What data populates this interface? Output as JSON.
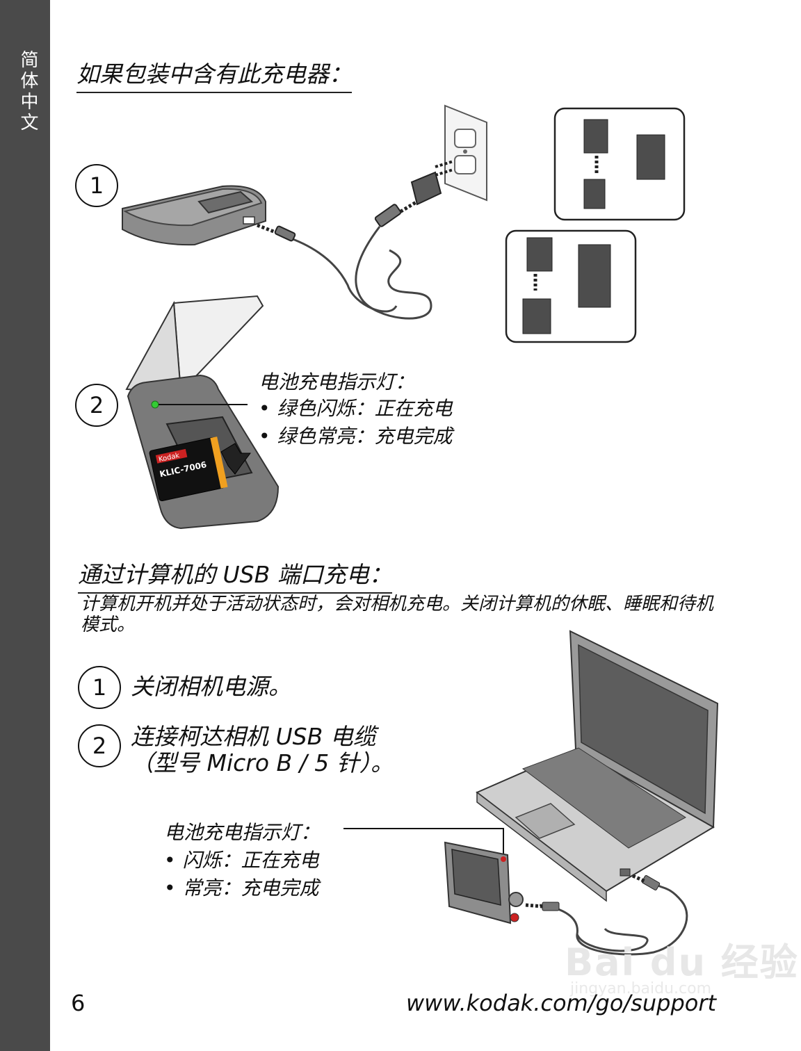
{
  "side_tab": {
    "language": "简体中文"
  },
  "section1": {
    "heading": "如果包装中含有此充电器：",
    "step1_number": "1",
    "step2_number": "2",
    "indicator": {
      "title": "电池充电指示灯：",
      "items": [
        "绿色闪烁：正在充电",
        "绿色常亮：充电完成"
      ]
    },
    "battery_brand": "Kodak",
    "battery_model": "KLIC-7006"
  },
  "section2": {
    "heading": "通过计算机的 USB 端口充电：",
    "paragraph": "计算机开机并处于活动状态时，会对相机充电。关闭计算机的休眠、睡眠和待机模式。",
    "steps": [
      {
        "number": "1",
        "lines": [
          "关闭相机电源。"
        ]
      },
      {
        "number": "2",
        "lines": [
          "连接柯达相机 USB 电缆",
          "（型号 Micro B / 5 针）。"
        ]
      }
    ],
    "indicator": {
      "title": "电池充电指示灯：",
      "items": [
        "闪烁：正在充电",
        "常亮：充电完成"
      ]
    }
  },
  "footer": {
    "page_number": "6",
    "url": "www.kodak.com/go/support"
  },
  "watermark": {
    "brand": "Bai du 经验",
    "site": "jingyan.baidu.com"
  },
  "colors": {
    "side_tab": "#4a4a4a",
    "led_green": "#33cc33",
    "battery_orange": "#f0a020",
    "battery_red": "#cc2222"
  }
}
